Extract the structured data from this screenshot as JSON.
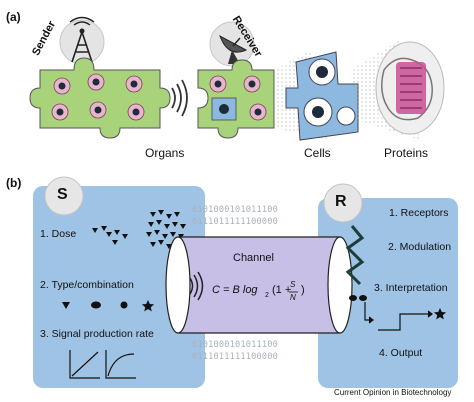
{
  "panel_a": {
    "label": "(a)",
    "rotated": {
      "sender": "Sender",
      "receiver": "Receiver"
    },
    "captions": {
      "organs": "Organs",
      "cells": "Cells",
      "proteins": "Proteins"
    }
  },
  "panel_b": {
    "label": "(b)",
    "sender": {
      "letter": "S",
      "items": [
        "1. Dose",
        "2. Type/combination",
        "3. Signal production rate"
      ]
    },
    "channel": {
      "label": "Channel",
      "formula": {
        "lhs": "C = B log",
        "sub": "2",
        "open": "(1 +",
        "num": "S",
        "den": "N",
        "close": ")"
      },
      "binary": [
        "0101000101011100",
        "0111011111100000",
        "0101000101011100",
        "0111011111100000"
      ]
    },
    "receiver": {
      "letter": "R",
      "items": [
        "1. Receptors",
        "2. Modulation",
        "3. Interpretation",
        "4. Output"
      ]
    }
  },
  "footer": "Current Opinion in Biotechnology",
  "colors": {
    "panel_blue": "#9fc3e5",
    "channel_lavender": "#c7bfe6",
    "puzzle_green": "#a9d37a",
    "cell_blue": "#8db9e0",
    "protein_pink": "#c94f94"
  }
}
